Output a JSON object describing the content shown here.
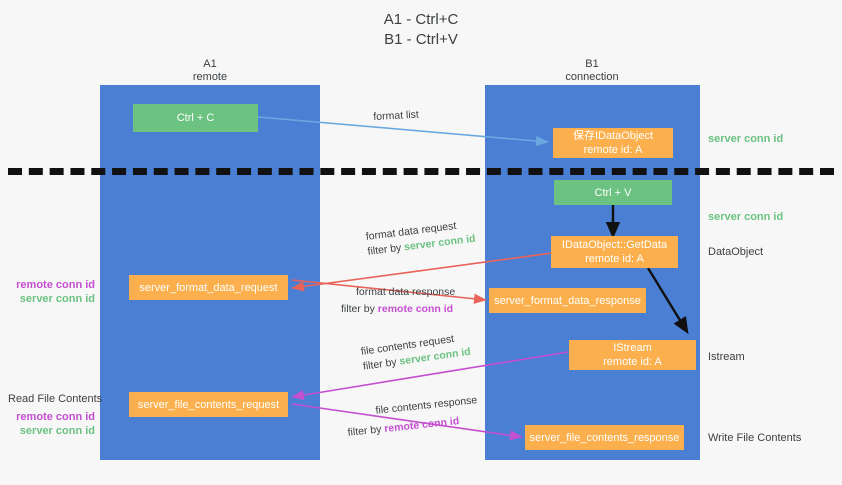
{
  "title": {
    "line1": "A1 - Ctrl+C",
    "line2": "B1 - Ctrl+V"
  },
  "lanes": [
    {
      "id": "A1",
      "title": "A1",
      "subtitle": "remote",
      "color": "#4a7fd4"
    },
    {
      "id": "B1",
      "title": "B1",
      "subtitle": "connection",
      "color": "#4a7fd4"
    }
  ],
  "colors": {
    "lane": "#4a7fd4",
    "green_box": "#6cc281",
    "orange_box": "#fbb04d",
    "server_conn_id": "#6cc281",
    "remote_conn_id": "#c44fd0",
    "arrow_blue": "#6aa9e0",
    "arrow_red": "#e8635a",
    "arrow_purple": "#c44fd0",
    "arrow_black": "#111111",
    "background": "#f7f7f7"
  },
  "nodes": [
    {
      "id": "ctrl-c",
      "label_line1": "Ctrl + C",
      "label_line2": "",
      "style": "green"
    },
    {
      "id": "save-idataobject",
      "label_line1": "保存IDataObject",
      "label_line2": "remote id: A",
      "style": "orange"
    },
    {
      "id": "ctrl-v",
      "label_line1": "Ctrl + V",
      "label_line2": "",
      "style": "green"
    },
    {
      "id": "idataobject-getdata",
      "label_line1": "IDataObject::GetData",
      "label_line2": "remote id: A",
      "style": "orange"
    },
    {
      "id": "server-format-data-request",
      "label_line1": "server_format_data_request",
      "label_line2": "",
      "style": "orange"
    },
    {
      "id": "server-format-data-response",
      "label_line1": "server_format_data_response",
      "label_line2": "",
      "style": "orange"
    },
    {
      "id": "istream",
      "label_line1": "IStream",
      "label_line2": "remote id: A",
      "style": "orange"
    },
    {
      "id": "server-file-contents-request",
      "label_line1": "server_file_contents_request",
      "label_line2": "",
      "style": "orange"
    },
    {
      "id": "server-file-contents-response",
      "label_line1": "server_file_contents_response",
      "label_line2": "",
      "style": "orange"
    }
  ],
  "edge_labels": {
    "format_list": "format list",
    "format_data_request": "format data request",
    "format_data_request_filter_prefix": "filter by ",
    "format_data_request_filter_value": "server conn id",
    "format_data_response": "format data response",
    "format_data_response_filter_prefix": "filter by ",
    "format_data_response_filter_value": "remote conn id",
    "file_contents_request": "file contents request",
    "file_contents_request_filter_prefix": "filter by ",
    "file_contents_request_filter_value": "server conn id",
    "file_contents_response": "file contents response",
    "file_contents_response_filter_prefix": "filter by ",
    "file_contents_response_filter_value": "remote conn id"
  },
  "right_annotations": [
    {
      "id": "server-conn-id-top",
      "text": "server conn id",
      "style": "green"
    },
    {
      "id": "server-conn-id-mid",
      "text": "server conn id",
      "style": "green"
    },
    {
      "id": "dataobject",
      "text": "DataObject",
      "style": "plain"
    },
    {
      "id": "istream-label",
      "text": "Istream",
      "style": "plain"
    },
    {
      "id": "write-file-contents",
      "text": "Write File Contents",
      "style": "plain"
    }
  ],
  "left_annotations": {
    "read_file_contents": "Read File Contents",
    "conn_pair_upper": {
      "remote": "remote conn id",
      "server": "server conn id"
    },
    "conn_pair_lower": {
      "remote": "remote conn id",
      "server": "server conn id"
    }
  }
}
